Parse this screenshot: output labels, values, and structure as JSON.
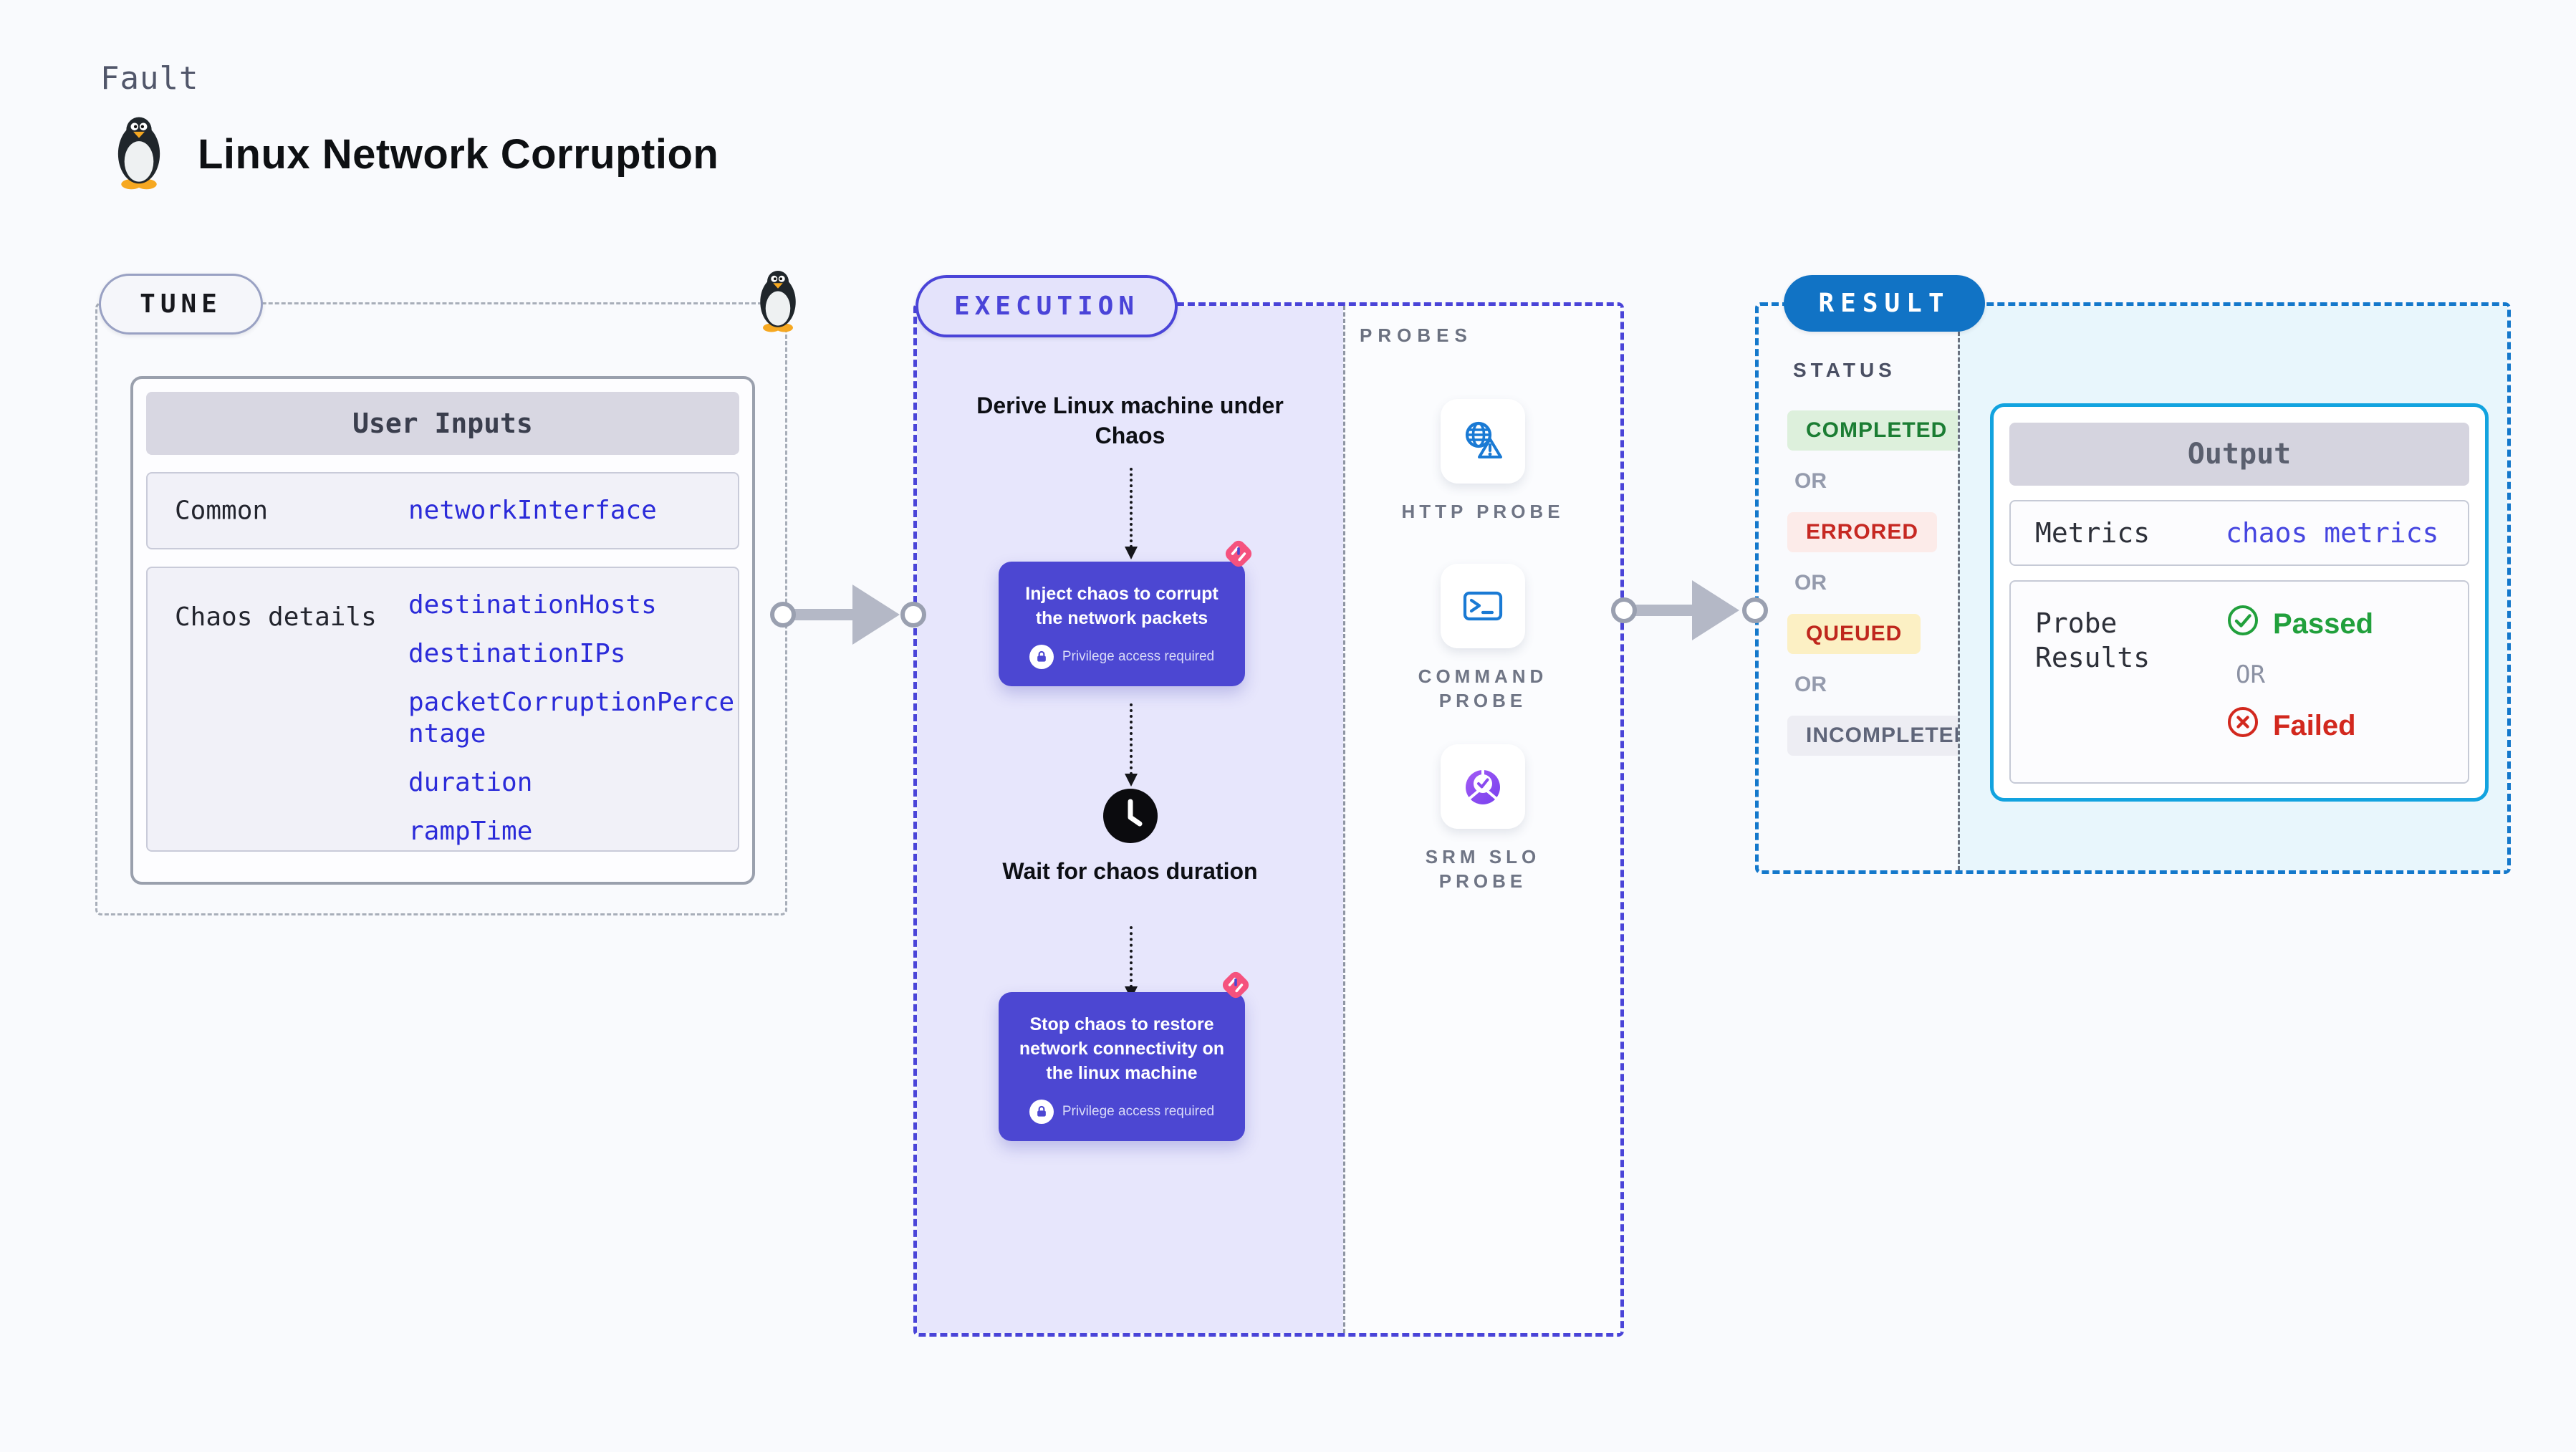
{
  "header": {
    "kicker": "Fault",
    "title": "Linux Network Corruption"
  },
  "tune": {
    "pill": "TUNE",
    "card_title": "User Inputs",
    "rows": [
      {
        "label": "Common",
        "values": [
          "networkInterface"
        ]
      },
      {
        "label": "Chaos details",
        "values": [
          "destinationHosts",
          "destinationIPs",
          "packetCorruptionPercentage",
          "duration",
          "rampTime"
        ]
      }
    ]
  },
  "execution": {
    "pill": "EXECUTION",
    "steps": {
      "derive": "Derive Linux machine under Chaos",
      "inject": "Inject chaos to corrupt the network packets",
      "privilege": "Privilege access required",
      "wait": "Wait for chaos duration",
      "stop": "Stop chaos to restore network connectivity on the linux machine"
    },
    "probes": {
      "heading": "PROBES",
      "items": [
        "HTTP PROBE",
        "COMMAND PROBE",
        "SRM SLO PROBE"
      ]
    }
  },
  "result": {
    "pill": "RESULT",
    "status_heading": "STATUS",
    "or": "OR",
    "statuses": [
      "COMPLETED",
      "ERRORED",
      "QUEUED",
      "INCOMPLETED"
    ],
    "output": {
      "title": "Output",
      "metrics_label": "Metrics",
      "metrics_value": "chaos metrics",
      "probe_results_label": "Probe Results",
      "passed": "Passed",
      "failed": "Failed"
    }
  },
  "colors": {
    "page_bg": "#f9fafd",
    "indigo_accent": "#4a44d8",
    "action_box": "#4c47d2",
    "lavender_bg": "#e7e6fc",
    "pink_ribbon": "#f5527e",
    "result_blue": "#1173c5",
    "output_border": "#12a3df",
    "output_bg": "#e8f6fc",
    "probe_icon_blue": "#1a7ad4",
    "passed_green": "#21a03c",
    "failed_red": "#d2281e",
    "completed_bg": "#ddf0dc",
    "errored_bg": "#fcebe9",
    "queued_bg": "#fcf0c4",
    "incompleted_bg": "#ededf3"
  }
}
